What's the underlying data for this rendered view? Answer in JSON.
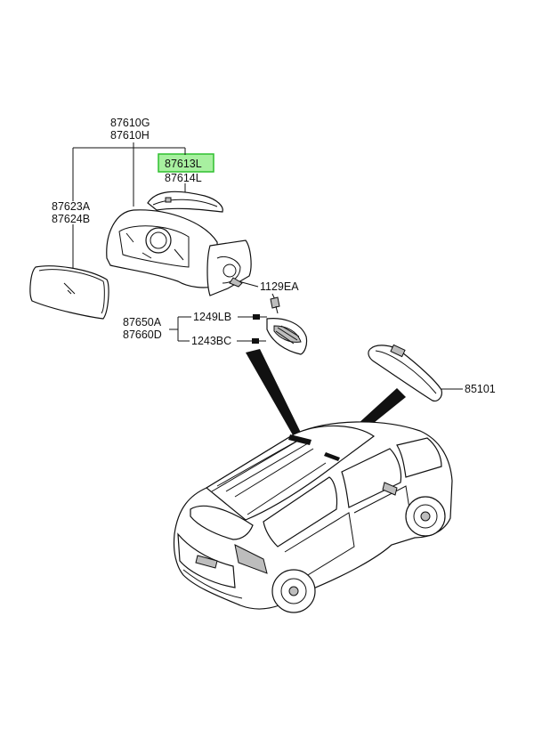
{
  "labels": {
    "assembly_lh": "87610G",
    "assembly_rh": "87610H",
    "cover_lh": "87613L",
    "cover_rh": "87614L",
    "glass_lh": "87623A",
    "glass_rh": "87624B",
    "screw": "1129EA",
    "lamp_lh": "87650A",
    "lamp_rh": "87660D",
    "bolt_a": "1249LB",
    "bolt_b": "1243BC",
    "inside_mirror": "85101"
  },
  "highlight_color": "#a8f0a0"
}
